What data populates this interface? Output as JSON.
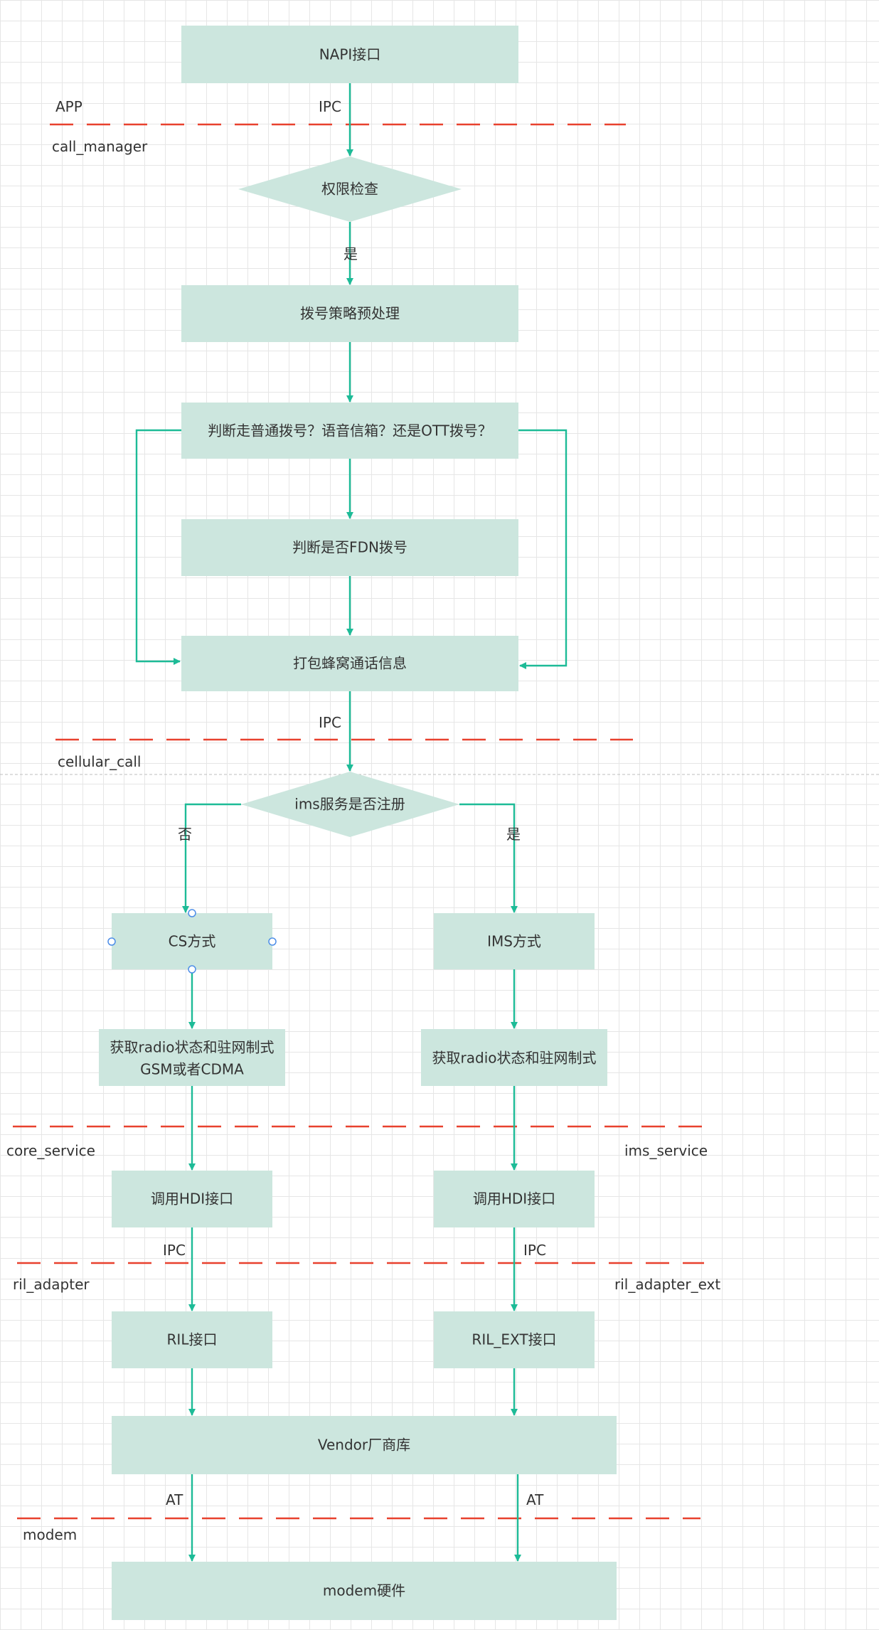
{
  "nodes": {
    "napi": "NAPI接口",
    "permission_check": "权限检查",
    "dial_preprocess": "拨号策略预处理",
    "dial_type_check": "判断走普通拨号？语音信箱？还是OTT拨号？",
    "fdn_check": "判断是否FDN拨号",
    "pack_info": "打包蜂窝通话信息",
    "ims_registered": "ims服务是否注册",
    "cs_mode": "CS方式",
    "ims_mode": "IMS方式",
    "cs_radio_line1": "获取radio状态和驻网制式",
    "cs_radio_line2": "GSM或者CDMA",
    "ims_radio": "获取radio状态和驻网制式",
    "cs_hdi": "调用HDI接口",
    "ims_hdi": "调用HDI接口",
    "ril": "RIL接口",
    "ril_ext": "RIL_EXT接口",
    "vendor": "Vendor厂商库",
    "modem": "modem硬件"
  },
  "edge_labels": {
    "ipc_app": "IPC",
    "yes_permission": "是",
    "ipc_cellular": "IPC",
    "no_ims": "否",
    "yes_ims": "是",
    "ipc_cs": "IPC",
    "ipc_ims": "IPC",
    "at_left": "AT",
    "at_right": "AT"
  },
  "layers": {
    "app": "APP",
    "call_manager": "call_manager",
    "cellular_call": "cellular_call",
    "core_service": "core_service",
    "ims_service": "ims_service",
    "ril_adapter": "ril_adapter",
    "ril_adapter_ext": "ril_adapter_ext",
    "modem": "modem"
  },
  "colors": {
    "node_fill": "#cce6de",
    "edge": "#1dbb97",
    "separator": "#e8412e",
    "grid": "#e6e6e6",
    "text": "#333333"
  }
}
